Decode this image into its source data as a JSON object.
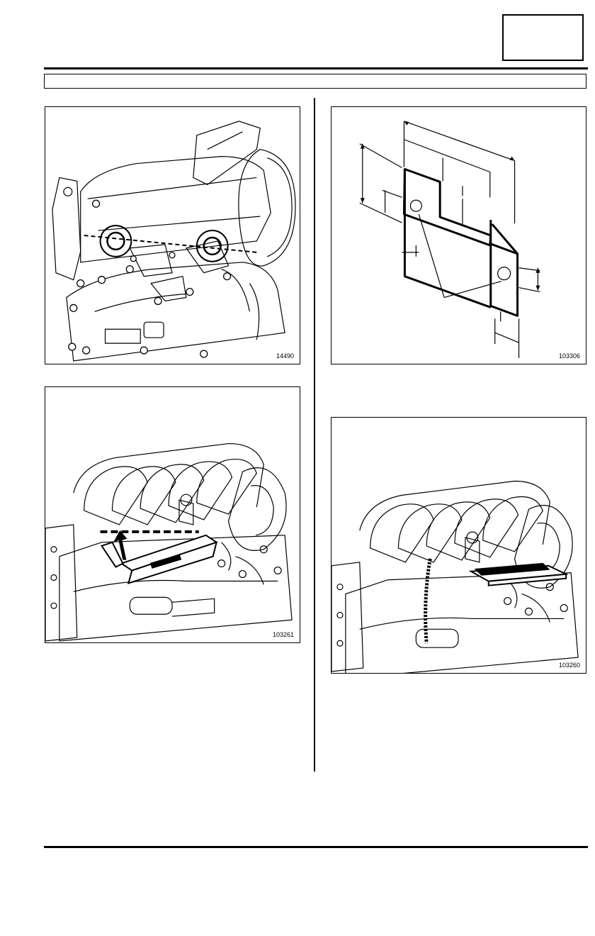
{
  "figures": [
    {
      "id": "fig1",
      "ref": "14490",
      "subject": "engine camshaft timing view",
      "icon": "engine-camshaft-illustration"
    },
    {
      "id": "fig2",
      "ref": "103306",
      "subject": "dimensioned bracket tool",
      "icon": "bracket-dimension-drawing"
    },
    {
      "id": "fig3",
      "ref": "103261",
      "subject": "intake manifold with tool insertion",
      "icon": "intake-manifold-insertion-illustration"
    },
    {
      "id": "fig4",
      "ref": "103260",
      "subject": "intake manifold with tool in place",
      "icon": "intake-manifold-installed-illustration"
    }
  ],
  "colors": {
    "line": "#000000",
    "background": "#ffffff"
  }
}
